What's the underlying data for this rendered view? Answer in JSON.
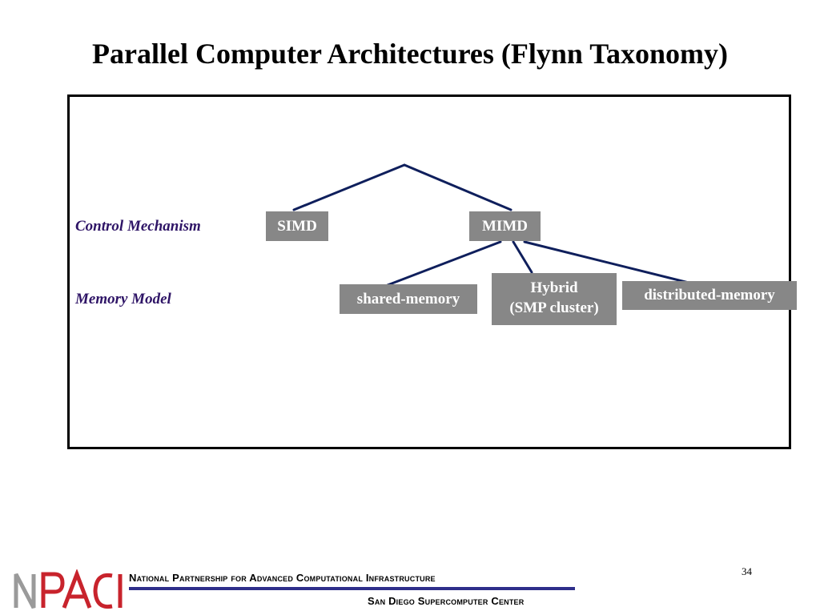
{
  "title": "Parallel Computer Architectures (Flynn Taxonomy)",
  "rows": {
    "control_label": "Control Mechanism",
    "memory_label": "Memory Model"
  },
  "nodes": {
    "simd": "SIMD",
    "mimd": "MIMD",
    "shared_memory": "shared-memory",
    "hybrid_line1": "Hybrid",
    "hybrid_line2": "(SMP cluster)",
    "distributed_memory": "distributed-memory"
  },
  "footer": {
    "organization": "National Partnership for Advanced Computational Infrastructure",
    "center": "San Diego Supercomputer Center",
    "page_number": "34",
    "logo": "NPACI"
  },
  "colors": {
    "connector": "#0f1f5c",
    "node_fill": "#878787",
    "label": "#2e1466",
    "footer_rule": "#2e2e8a",
    "logo_red": "#c8232c",
    "logo_gray": "#9a9a9a"
  }
}
